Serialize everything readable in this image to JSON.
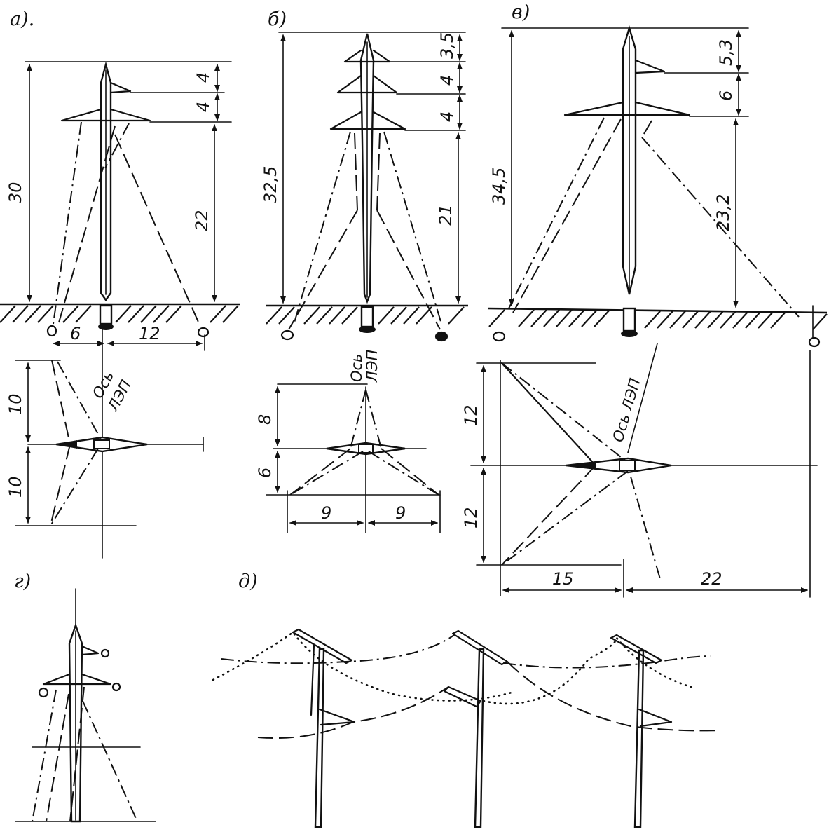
{
  "labels": {
    "a": "а).",
    "b": "б)",
    "v": "в)",
    "g": "г)",
    "d": "д)"
  },
  "fig_a": {
    "height": "30",
    "top1": "4",
    "top2": "4",
    "lower": "22",
    "left_w": "6",
    "right_w": "12",
    "plan_top": "10",
    "plan_bottom": "10",
    "axis1": "Ось",
    "axis2": "ЛЭП"
  },
  "fig_b": {
    "height": "32,5",
    "top1": "3,5",
    "top2": "4",
    "top3": "4",
    "lower": "21",
    "plan_top": "8",
    "plan_bottom": "6",
    "w_left": "9",
    "w_right": "9",
    "axis1": "Ось",
    "axis2": "ЛЭП"
  },
  "fig_v": {
    "height": "34,5",
    "top1": "5,3",
    "top2": "6",
    "lower": "23,2",
    "plan_top": "12",
    "plan_bottom": "12",
    "w_left": "15",
    "w_right": "22",
    "axis": "Ось ЛЭП"
  }
}
